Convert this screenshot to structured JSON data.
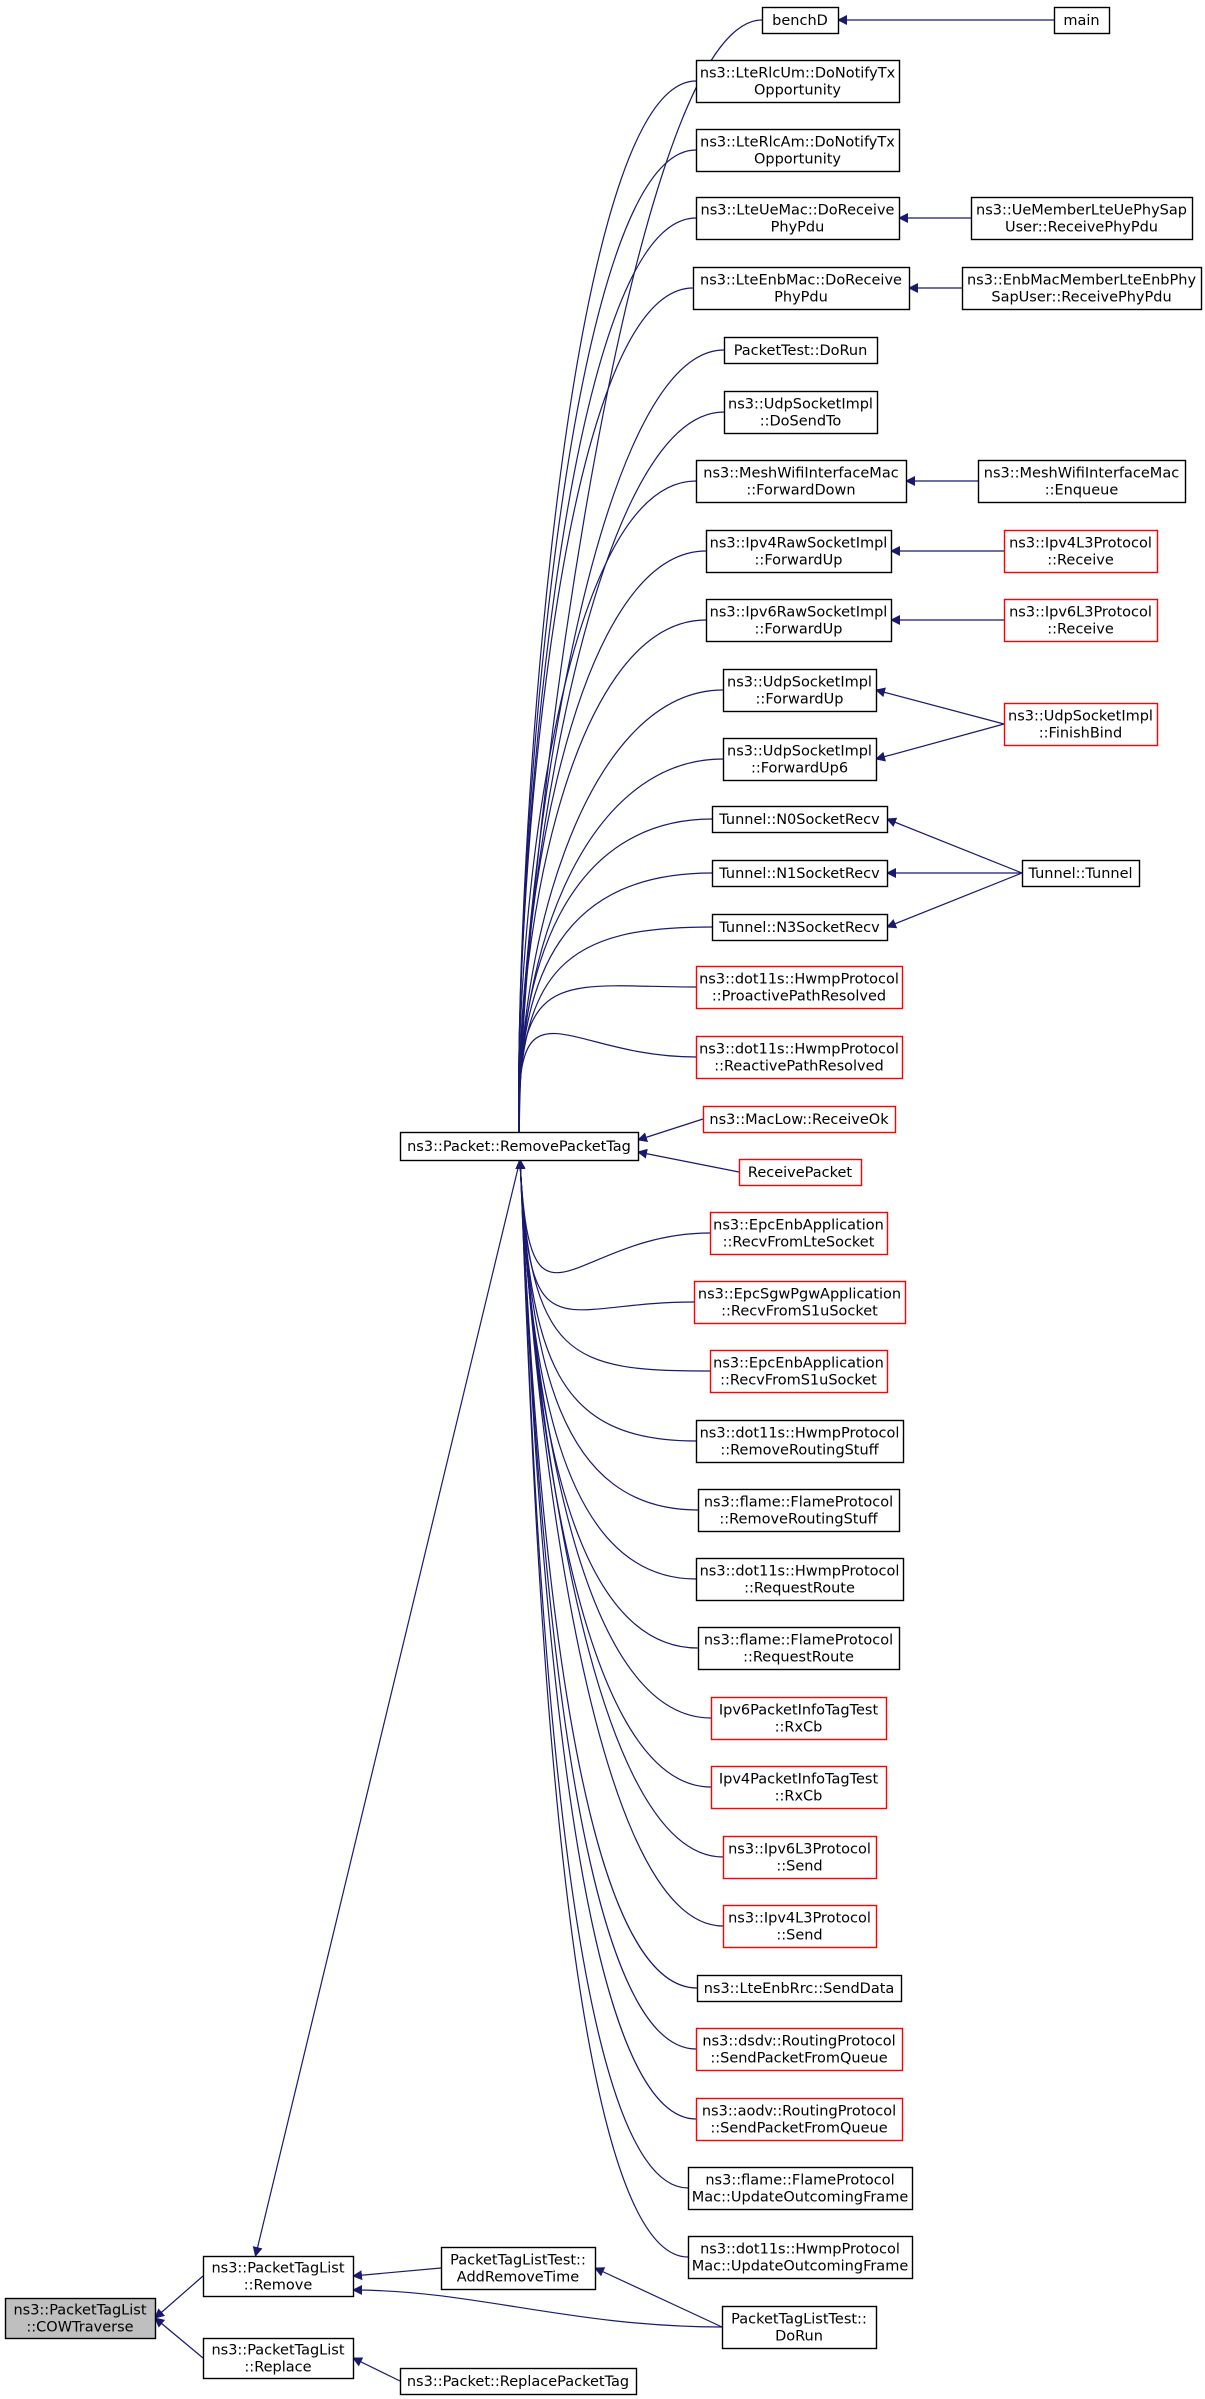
{
  "colors": {
    "edge": "#191970",
    "border_normal": "#000000",
    "border_truncated": "#ff0000",
    "root_fill": "#bfbfbf"
  },
  "nodes": [
    {
      "id": "cow",
      "lines": [
        "ns3::PacketTagList",
        "::COWTraverse"
      ],
      "style": "root"
    },
    {
      "id": "ptl_remove",
      "lines": [
        "ns3::PacketTagList",
        "::Remove"
      ],
      "style": "normal"
    },
    {
      "id": "ptl_replace",
      "lines": [
        "ns3::PacketTagList",
        "::Replace"
      ],
      "style": "normal"
    },
    {
      "id": "remove_packet_tag",
      "lines": [
        "ns3::Packet::RemovePacketTag"
      ],
      "style": "normal"
    },
    {
      "id": "ptltest_addremovetime",
      "lines": [
        "PacketTagListTest::",
        "AddRemoveTime"
      ],
      "style": "normal"
    },
    {
      "id": "ptltest_dorun",
      "lines": [
        "PacketTagListTest::",
        "DoRun"
      ],
      "style": "normal"
    },
    {
      "id": "replace_packet_tag",
      "lines": [
        "ns3::Packet::ReplacePacketTag"
      ],
      "style": "normal"
    },
    {
      "id": "benchD",
      "lines": [
        "benchD"
      ],
      "style": "normal"
    },
    {
      "id": "main",
      "lines": [
        "main"
      ],
      "style": "normal"
    },
    {
      "id": "lterlcum",
      "lines": [
        "ns3::LteRlcUm::DoNotifyTx",
        "Opportunity"
      ],
      "style": "normal"
    },
    {
      "id": "lterlcam",
      "lines": [
        "ns3::LteRlcAm::DoNotifyTx",
        "Opportunity"
      ],
      "style": "normal"
    },
    {
      "id": "lteuemac",
      "lines": [
        "ns3::LteUeMac::DoReceive",
        "PhyPdu"
      ],
      "style": "normal"
    },
    {
      "id": "uemember",
      "lines": [
        "ns3::UeMemberLteUePhySap",
        "User::ReceivePhyPdu"
      ],
      "style": "normal"
    },
    {
      "id": "lteenbmac",
      "lines": [
        "ns3::LteEnbMac::DoReceive",
        "PhyPdu"
      ],
      "style": "normal"
    },
    {
      "id": "enbmacmember",
      "lines": [
        "ns3::EnbMacMemberLteEnbPhy",
        "SapUser::ReceivePhyPdu"
      ],
      "style": "normal"
    },
    {
      "id": "packettest",
      "lines": [
        "PacketTest::DoRun"
      ],
      "style": "normal"
    },
    {
      "id": "udp_dosendto",
      "lines": [
        "ns3::UdpSocketImpl",
        "::DoSendTo"
      ],
      "style": "normal"
    },
    {
      "id": "meshwifi_fwd",
      "lines": [
        "ns3::MeshWifiInterfaceMac",
        "::ForwardDown"
      ],
      "style": "normal"
    },
    {
      "id": "meshwifi_enqueue",
      "lines": [
        "ns3::MeshWifiInterfaceMac",
        "::Enqueue"
      ],
      "style": "normal"
    },
    {
      "id": "ipv4raw",
      "lines": [
        "ns3::Ipv4RawSocketImpl",
        "::ForwardUp"
      ],
      "style": "normal"
    },
    {
      "id": "ipv4l3_receive",
      "lines": [
        "ns3::Ipv4L3Protocol",
        "::Receive"
      ],
      "style": "truncated"
    },
    {
      "id": "ipv6raw",
      "lines": [
        "ns3::Ipv6RawSocketImpl",
        "::ForwardUp"
      ],
      "style": "normal"
    },
    {
      "id": "ipv6l3_receive",
      "lines": [
        "ns3::Ipv6L3Protocol",
        "::Receive"
      ],
      "style": "truncated"
    },
    {
      "id": "udp_fwdup",
      "lines": [
        "ns3::UdpSocketImpl",
        "::ForwardUp"
      ],
      "style": "normal"
    },
    {
      "id": "udp_fwdup6",
      "lines": [
        "ns3::UdpSocketImpl",
        "::ForwardUp6"
      ],
      "style": "normal"
    },
    {
      "id": "udp_finishbind",
      "lines": [
        "ns3::UdpSocketImpl",
        "::FinishBind"
      ],
      "style": "truncated"
    },
    {
      "id": "tunnel_n0",
      "lines": [
        "Tunnel::N0SocketRecv"
      ],
      "style": "normal"
    },
    {
      "id": "tunnel_n1",
      "lines": [
        "Tunnel::N1SocketRecv"
      ],
      "style": "normal"
    },
    {
      "id": "tunnel_n3",
      "lines": [
        "Tunnel::N3SocketRecv"
      ],
      "style": "normal"
    },
    {
      "id": "tunnel_ctor",
      "lines": [
        "Tunnel::Tunnel"
      ],
      "style": "normal"
    },
    {
      "id": "hwmp_proactive",
      "lines": [
        "ns3::dot11s::HwmpProtocol",
        "::ProactivePathResolved"
      ],
      "style": "truncated"
    },
    {
      "id": "hwmp_reactive",
      "lines": [
        "ns3::dot11s::HwmpProtocol",
        "::ReactivePathResolved"
      ],
      "style": "truncated"
    },
    {
      "id": "maclow",
      "lines": [
        "ns3::MacLow::ReceiveOk"
      ],
      "style": "truncated"
    },
    {
      "id": "receivepacket",
      "lines": [
        "ReceivePacket"
      ],
      "style": "truncated"
    },
    {
      "id": "epcenb_lte",
      "lines": [
        "ns3::EpcEnbApplication",
        "::RecvFromLteSocket"
      ],
      "style": "truncated"
    },
    {
      "id": "epcsgw",
      "lines": [
        "ns3::EpcSgwPgwApplication",
        "::RecvFromS1uSocket"
      ],
      "style": "truncated"
    },
    {
      "id": "epcenb_s1u",
      "lines": [
        "ns3::EpcEnbApplication",
        "::RecvFromS1uSocket"
      ],
      "style": "truncated"
    },
    {
      "id": "hwmp_removerouting",
      "lines": [
        "ns3::dot11s::HwmpProtocol",
        "::RemoveRoutingStuff"
      ],
      "style": "normal"
    },
    {
      "id": "flame_removerouting",
      "lines": [
        "ns3::flame::FlameProtocol",
        "::RemoveRoutingStuff"
      ],
      "style": "normal"
    },
    {
      "id": "hwmp_requestroute",
      "lines": [
        "ns3::dot11s::HwmpProtocol",
        "::RequestRoute"
      ],
      "style": "normal"
    },
    {
      "id": "flame_requestroute",
      "lines": [
        "ns3::flame::FlameProtocol",
        "::RequestRoute"
      ],
      "style": "normal"
    },
    {
      "id": "ipv6pktinfo",
      "lines": [
        "Ipv6PacketInfoTagTest",
        "::RxCb"
      ],
      "style": "truncated"
    },
    {
      "id": "ipv4pktinfo",
      "lines": [
        "Ipv4PacketInfoTagTest",
        "::RxCb"
      ],
      "style": "truncated"
    },
    {
      "id": "ipv6l3_send",
      "lines": [
        "ns3::Ipv6L3Protocol",
        "::Send"
      ],
      "style": "truncated"
    },
    {
      "id": "ipv4l3_send",
      "lines": [
        "ns3::Ipv4L3Protocol",
        "::Send"
      ],
      "style": "truncated"
    },
    {
      "id": "lteenbrrc",
      "lines": [
        "ns3::LteEnbRrc::SendData"
      ],
      "style": "normal"
    },
    {
      "id": "dsdv",
      "lines": [
        "ns3::dsdv::RoutingProtocol",
        "::SendPacketFromQueue"
      ],
      "style": "truncated"
    },
    {
      "id": "aodv",
      "lines": [
        "ns3::aodv::RoutingProtocol",
        "::SendPacketFromQueue"
      ],
      "style": "truncated"
    },
    {
      "id": "flame_update",
      "lines": [
        "ns3::flame::FlameProtocol",
        "Mac::UpdateOutcomingFrame"
      ],
      "style": "normal"
    },
    {
      "id": "hwmp_update",
      "lines": [
        "ns3::dot11s::HwmpProtocol",
        "Mac::UpdateOutcomingFrame"
      ],
      "style": "normal"
    }
  ],
  "edges": [
    {
      "from": "ptl_remove",
      "to": "cow"
    },
    {
      "from": "ptl_replace",
      "to": "cow"
    },
    {
      "from": "remove_packet_tag",
      "to": "ptl_remove"
    },
    {
      "from": "ptltest_addremovetime",
      "to": "ptl_remove"
    },
    {
      "from": "ptltest_dorun",
      "to": "ptl_remove"
    },
    {
      "from": "ptltest_dorun",
      "to": "ptltest_addremovetime"
    },
    {
      "from": "replace_packet_tag",
      "to": "ptl_replace"
    },
    {
      "from": "benchD",
      "to": "remove_packet_tag"
    },
    {
      "from": "lterlcum",
      "to": "remove_packet_tag"
    },
    {
      "from": "lterlcam",
      "to": "remove_packet_tag"
    },
    {
      "from": "lteuemac",
      "to": "remove_packet_tag"
    },
    {
      "from": "lteenbmac",
      "to": "remove_packet_tag"
    },
    {
      "from": "packettest",
      "to": "remove_packet_tag"
    },
    {
      "from": "udp_dosendto",
      "to": "remove_packet_tag"
    },
    {
      "from": "meshwifi_fwd",
      "to": "remove_packet_tag"
    },
    {
      "from": "ipv4raw",
      "to": "remove_packet_tag"
    },
    {
      "from": "ipv6raw",
      "to": "remove_packet_tag"
    },
    {
      "from": "udp_fwdup",
      "to": "remove_packet_tag"
    },
    {
      "from": "udp_fwdup6",
      "to": "remove_packet_tag"
    },
    {
      "from": "tunnel_n0",
      "to": "remove_packet_tag"
    },
    {
      "from": "tunnel_n1",
      "to": "remove_packet_tag"
    },
    {
      "from": "tunnel_n3",
      "to": "remove_packet_tag"
    },
    {
      "from": "hwmp_proactive",
      "to": "remove_packet_tag"
    },
    {
      "from": "hwmp_reactive",
      "to": "remove_packet_tag"
    },
    {
      "from": "maclow",
      "to": "remove_packet_tag"
    },
    {
      "from": "receivepacket",
      "to": "remove_packet_tag"
    },
    {
      "from": "epcenb_lte",
      "to": "remove_packet_tag"
    },
    {
      "from": "epcsgw",
      "to": "remove_packet_tag"
    },
    {
      "from": "epcenb_s1u",
      "to": "remove_packet_tag"
    },
    {
      "from": "hwmp_removerouting",
      "to": "remove_packet_tag"
    },
    {
      "from": "flame_removerouting",
      "to": "remove_packet_tag"
    },
    {
      "from": "hwmp_requestroute",
      "to": "remove_packet_tag"
    },
    {
      "from": "flame_requestroute",
      "to": "remove_packet_tag"
    },
    {
      "from": "ipv6pktinfo",
      "to": "remove_packet_tag"
    },
    {
      "from": "ipv4pktinfo",
      "to": "remove_packet_tag"
    },
    {
      "from": "ipv6l3_send",
      "to": "remove_packet_tag"
    },
    {
      "from": "ipv4l3_send",
      "to": "remove_packet_tag"
    },
    {
      "from": "lteenbrrc",
      "to": "remove_packet_tag"
    },
    {
      "from": "dsdv",
      "to": "remove_packet_tag"
    },
    {
      "from": "aodv",
      "to": "remove_packet_tag"
    },
    {
      "from": "flame_update",
      "to": "remove_packet_tag"
    },
    {
      "from": "hwmp_update",
      "to": "remove_packet_tag"
    },
    {
      "from": "main",
      "to": "benchD"
    },
    {
      "from": "uemember",
      "to": "lteuemac"
    },
    {
      "from": "enbmacmember",
      "to": "lteenbmac"
    },
    {
      "from": "meshwifi_enqueue",
      "to": "meshwifi_fwd"
    },
    {
      "from": "ipv4l3_receive",
      "to": "ipv4raw"
    },
    {
      "from": "ipv6l3_receive",
      "to": "ipv6raw"
    },
    {
      "from": "udp_finishbind",
      "to": "udp_fwdup"
    },
    {
      "from": "udp_finishbind",
      "to": "udp_fwdup6"
    },
    {
      "from": "tunnel_ctor",
      "to": "tunnel_n0"
    },
    {
      "from": "tunnel_ctor",
      "to": "tunnel_n1"
    },
    {
      "from": "tunnel_ctor",
      "to": "tunnel_n3"
    }
  ]
}
